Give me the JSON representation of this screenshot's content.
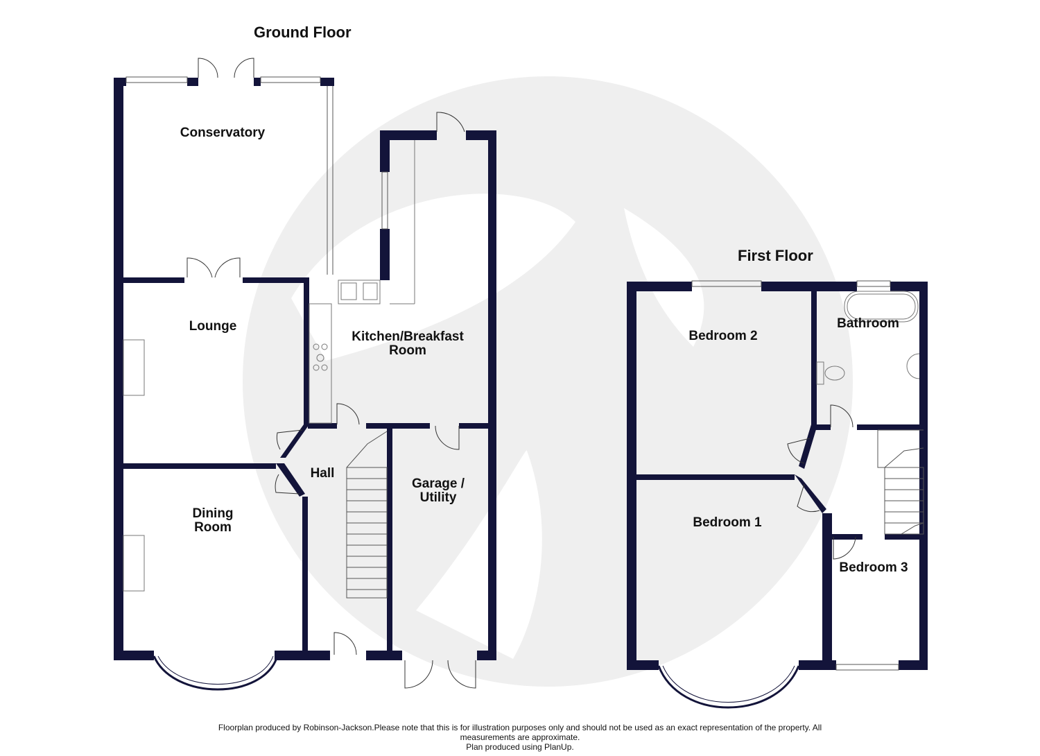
{
  "floors": {
    "ground": {
      "title": "Ground Floor"
    },
    "first": {
      "title": "First Floor"
    }
  },
  "rooms": {
    "conservatory": "Conservatory",
    "lounge": "Lounge",
    "kitchen_line1": "Kitchen/Breakfast",
    "kitchen_line2": "Room",
    "hall": "Hall",
    "garage_line1": "Garage /",
    "garage_line2": "Utility",
    "dining_line1": "Dining",
    "dining_line2": "Room",
    "bedroom2": "Bedroom 2",
    "bathroom": "Bathroom",
    "bedroom1": "Bedroom 1",
    "bedroom3": "Bedroom 3"
  },
  "footer": {
    "line1": "Floorplan produced by Robinson-Jackson.Please note that this is for illustration purposes only and should not be used as an exact representation of the property. All",
    "line2": "measurements are approximate.",
    "line3": "Plan produced using PlanUp."
  },
  "colors": {
    "wall": "#13143a",
    "watermark": "#f0f0f0",
    "fixture": "#8a8a8a"
  }
}
